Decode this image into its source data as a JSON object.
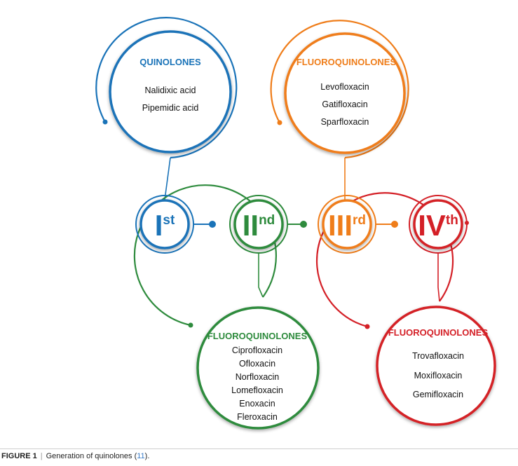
{
  "colors": {
    "gen1": "#1a73b8",
    "gen2": "#2e8b3d",
    "gen3": "#ef7d1a",
    "gen4": "#d42027"
  },
  "generations": [
    {
      "id": "gen1",
      "roman": "I",
      "suffix": "st",
      "title": "QUINOLONES",
      "drugs": [
        "Nalidixic acid",
        "Pipemidic acid"
      ]
    },
    {
      "id": "gen2",
      "roman": "II",
      "suffix": "nd",
      "title": "FLUOROQUINOLONES",
      "drugs": [
        "Ciprofloxacin",
        "Ofloxacin",
        "Norfloxacin",
        "Lomefloxacin",
        "Enoxacin",
        "Fleroxacin"
      ]
    },
    {
      "id": "gen3",
      "roman": "III",
      "suffix": "rd",
      "title": "FLUOROQUINOLONES",
      "drugs": [
        "Levofloxacin",
        "Gatifloxacin",
        "Sparfloxacin"
      ]
    },
    {
      "id": "gen4",
      "roman": "IV",
      "suffix": "th",
      "title": "FLUOROQUINOLONES",
      "drugs": [
        "Trovafloxacin",
        "Moxifloxacin",
        "Gemifloxacin"
      ]
    }
  ],
  "caption": {
    "label": "FIGURE 1",
    "separator": "|",
    "text_before": "Generation of quinolones (",
    "ref": "11",
    "text_after": ")."
  }
}
